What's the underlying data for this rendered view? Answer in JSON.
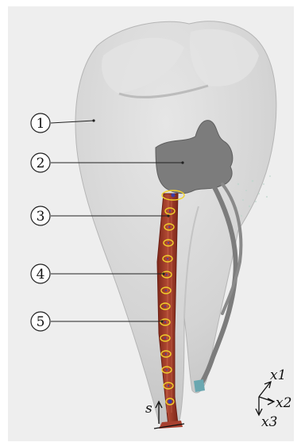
{
  "figure": {
    "background_color": "#eeeeee",
    "tooth_color": "#d2d2d2",
    "pulp_chamber_color": "#777777",
    "canal_color": "#a8402f",
    "marker_color": "#f2d22a",
    "callouts": [
      {
        "label": "1"
      },
      {
        "label": "2"
      },
      {
        "label": "3"
      },
      {
        "label": "4"
      },
      {
        "label": "5"
      }
    ],
    "axes": {
      "s": "s",
      "x1": "x1",
      "x2": "x2",
      "x3": "x3"
    }
  }
}
